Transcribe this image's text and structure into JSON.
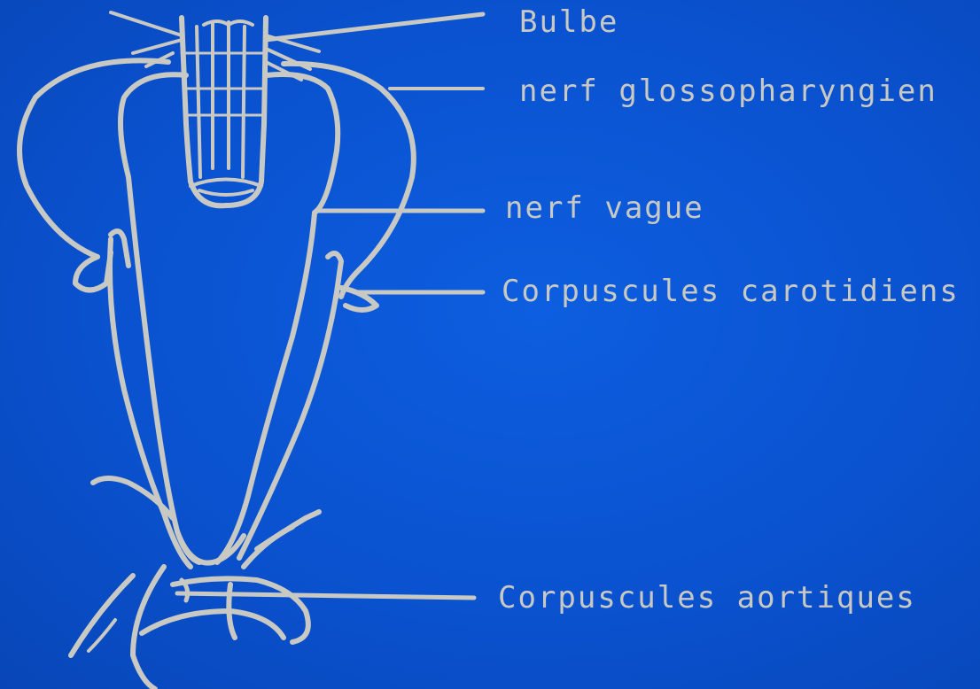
{
  "labels": {
    "bulbe": "Bulbe",
    "glossopharyngien": "nerf glossopharyngien",
    "vague": "nerf vague",
    "carotidiens": "Corpuscules carotidiens",
    "aortiques": "Corpuscules aortiques"
  },
  "colors": {
    "background": "#0b56d3",
    "drawing": "#c9c9c4"
  }
}
